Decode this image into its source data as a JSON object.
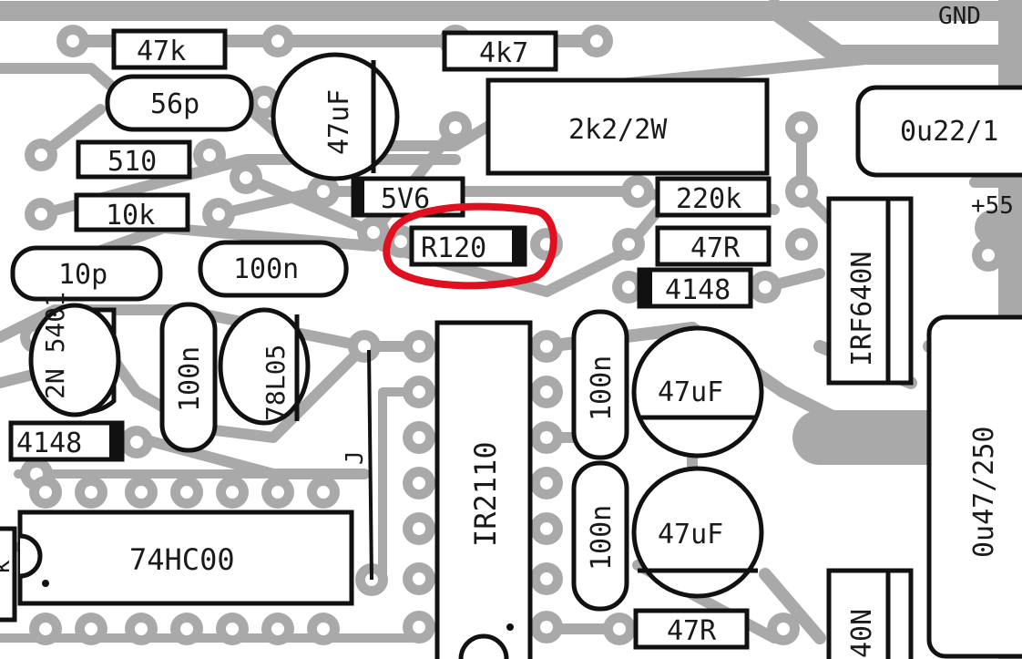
{
  "labels": {
    "gnd": "GND",
    "plus55": "+55",
    "r_47k": "47k",
    "r_4k7": "4k7",
    "c_56p": "56p",
    "c_47uF_top": "47uF",
    "r_510": "510",
    "r_2k2_2W": "2k2/2W",
    "c_0u22": "0u22/1",
    "r_10k": "10k",
    "z_5v6": "5V6",
    "r_220k": "220k",
    "r_r120": "R120",
    "r_47R_top": "47R",
    "d_4148_mid": "4148",
    "c_10p": "10p",
    "c_100n_top": "100n",
    "q_2n5401": "2N 5401",
    "c_100n_vert_left": "100n",
    "u_78l05": "78L05",
    "c_100n_vert_right_top": "100n",
    "c_47uF_mid": "47uF",
    "ic_ir2110": "IR2110",
    "d_4148_left": "4148",
    "jumper_j": "J",
    "ic_74hc00": "74HC00",
    "c_100n_vert_right_bot": "100n",
    "c_47uF_bot": "47uF",
    "q_irf640n_top": "IRF640N",
    "c_0u47_250": "0u47/250",
    "r_47R_bot": "47R",
    "q_irf640n_bot": "40N",
    "edge_k": "k"
  },
  "colors": {
    "copper": "#a9a9a9",
    "silkscreen": "#111111",
    "highlight": "#e01020"
  }
}
